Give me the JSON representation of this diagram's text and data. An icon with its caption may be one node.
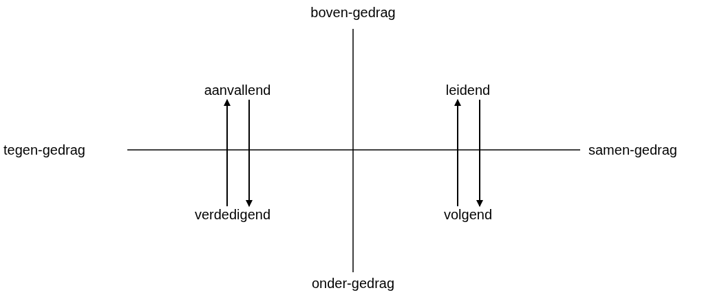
{
  "diagram": {
    "nodes": [
      {
        "text": [
          "aanvallend"
        ]
      },
      {
        "text": [
          "leidend"
        ]
      },
      {
        "text": [
          "verdedigend"
        ]
      },
      {
        "text": [
          "volgend"
        ]
      }
    ],
    "edges": [
      {
        "from": 2,
        "to": 0,
        "arrow": "to"
      },
      {
        "from": 0,
        "to": 2,
        "arrow": "to"
      },
      {
        "from": 3,
        "to": 1,
        "arrow": "to"
      },
      {
        "from": 1,
        "to": 3,
        "arrow": "to"
      }
    ],
    "labels": [
      "boven-gedrag",
      "tegen-gedrag",
      "samen-gedrag",
      "onder-gedrag"
    ]
  }
}
